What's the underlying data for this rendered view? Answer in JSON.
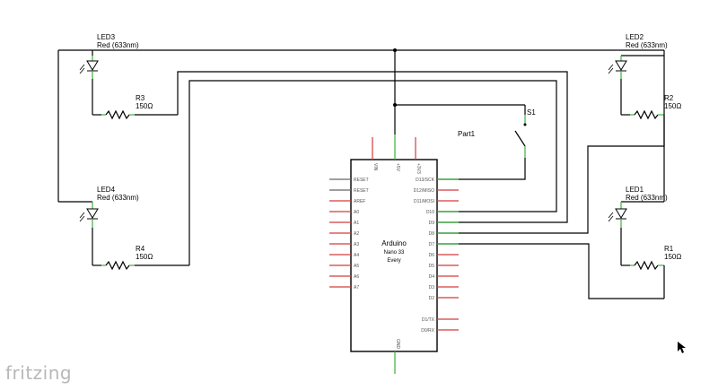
{
  "app": {
    "brand": "fritzing"
  },
  "components": {
    "led1": {
      "ref": "LED1",
      "value": "Red (633nm)"
    },
    "led2": {
      "ref": "LED2",
      "value": "Red (633nm)"
    },
    "led3": {
      "ref": "LED3",
      "value": "Red (633nm)"
    },
    "led4": {
      "ref": "LED4",
      "value": "Red (633nm)"
    },
    "r1": {
      "ref": "R1",
      "value": "150Ω"
    },
    "r2": {
      "ref": "R2",
      "value": "150Ω"
    },
    "r3": {
      "ref": "R3",
      "value": "150Ω"
    },
    "r4": {
      "ref": "R4",
      "value": "150Ω"
    },
    "s1": {
      "ref": "S1"
    },
    "part1": {
      "ref": "Part1"
    }
  },
  "board": {
    "name": "Arduino",
    "model": "Nano 33",
    "variant": "Every",
    "top_pins": [
      "VIN",
      "+5V",
      "+3V3"
    ],
    "bottom_pin": "GND",
    "left_pins": [
      "RESET",
      "RESET",
      "AREF",
      "A0",
      "A1",
      "A2",
      "A3",
      "A4",
      "A5",
      "A6",
      "A7"
    ],
    "right_pins": [
      "D13/SCK",
      "D12/MISO",
      "D11/MOSI",
      "D10",
      "D9",
      "D8",
      "D7",
      "D6",
      "D5",
      "D4",
      "D3",
      "D2",
      "D1/TX",
      "D0/RX"
    ]
  }
}
